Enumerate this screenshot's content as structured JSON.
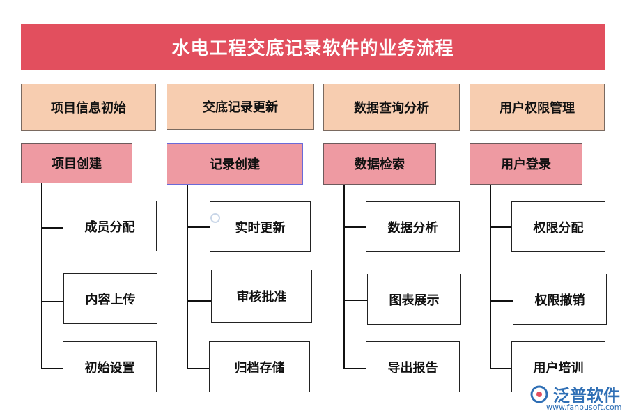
{
  "title": "水电工程交底记录软件的业务流程",
  "columns": [
    {
      "category": "项目信息初始",
      "sub": "项目创建",
      "leaves": [
        "成员分配",
        "内容上传",
        "初始设置"
      ]
    },
    {
      "category": "交底记录更新",
      "sub": "记录创建",
      "leaves": [
        "实时更新",
        "审核批准",
        "归档存储"
      ]
    },
    {
      "category": "数据查询分析",
      "sub": "数据检索",
      "leaves": [
        "数据分析",
        "图表展示",
        "导出报告"
      ]
    },
    {
      "category": "用户权限管理",
      "sub": "用户登录",
      "leaves": [
        "权限分配",
        "权限撤销",
        "用户培训"
      ]
    }
  ],
  "watermark": {
    "brand": "泛普软件",
    "url": "www.fanpusoft.com",
    "icon": "fanpu-logo-icon"
  },
  "colors": {
    "title_bg": "#e24f5e",
    "category_bg": "#f7cdb0",
    "sub_bg": "#ee9aa2",
    "leaf_bg": "#ffffff",
    "brand": "#2f6fb5"
  }
}
